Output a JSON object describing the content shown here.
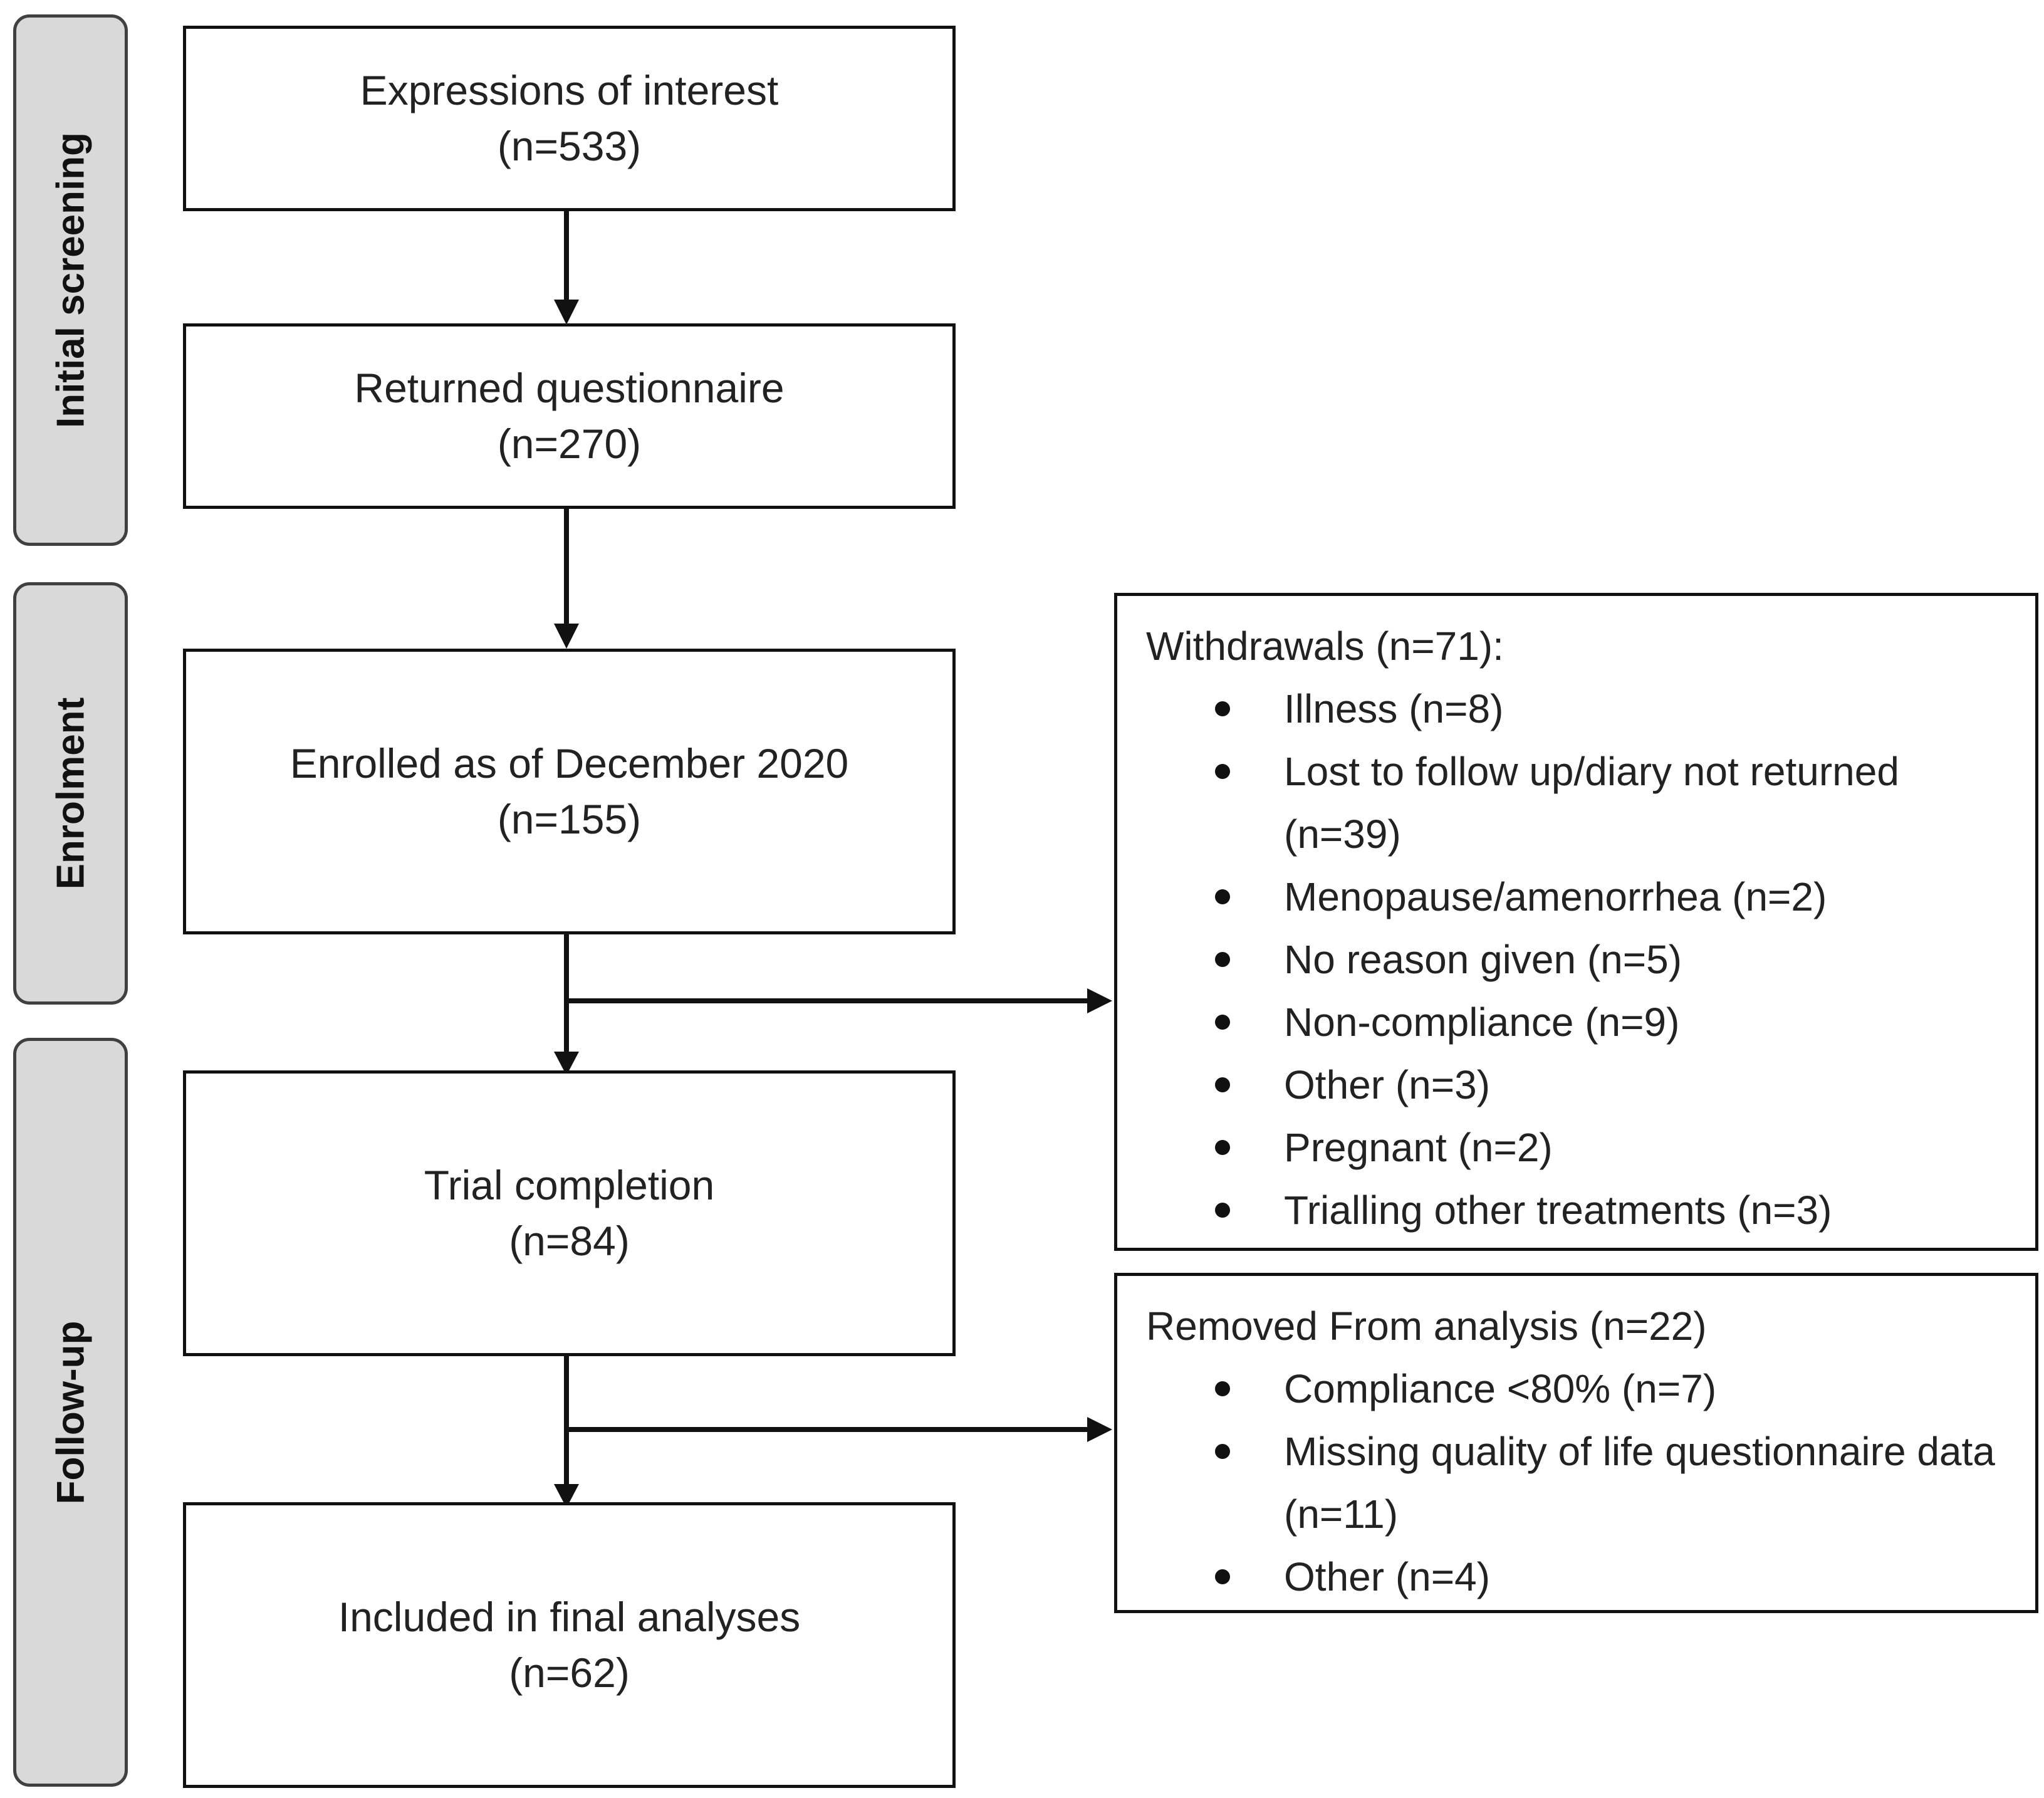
{
  "phases": {
    "initial_screening": "Initial screening",
    "enrolment": "Enrolment",
    "follow_up": "Follow-up"
  },
  "boxes": {
    "expressions": {
      "title": "Expressions of interest",
      "count": "(n=533)"
    },
    "returned": {
      "title": "Returned questionnaire",
      "count": "(n=270)"
    },
    "enrolled": {
      "title": "Enrolled as of December 2020",
      "count": "(n=155)"
    },
    "completion": {
      "title": "Trial completion",
      "count": "(n=84)"
    },
    "included": {
      "title": "Included in final analyses",
      "count": "(n=62)"
    }
  },
  "withdrawals": {
    "title": "Withdrawals (n=71):",
    "items": [
      "Illness (n=8)",
      "Lost to follow up/diary not returned (n=39)",
      "Menopause/amenorrhea (n=2)",
      "No reason given (n=5)",
      "Non-compliance (n=9)",
      "Other (n=3)",
      "Pregnant (n=2)",
      "Trialling other treatments (n=3)"
    ]
  },
  "removed": {
    "title": "Removed From analysis (n=22)",
    "items": [
      "Compliance <80% (n=7)",
      "Missing quality of life questionnaire data (n=11)",
      "Other (n=4)"
    ]
  }
}
